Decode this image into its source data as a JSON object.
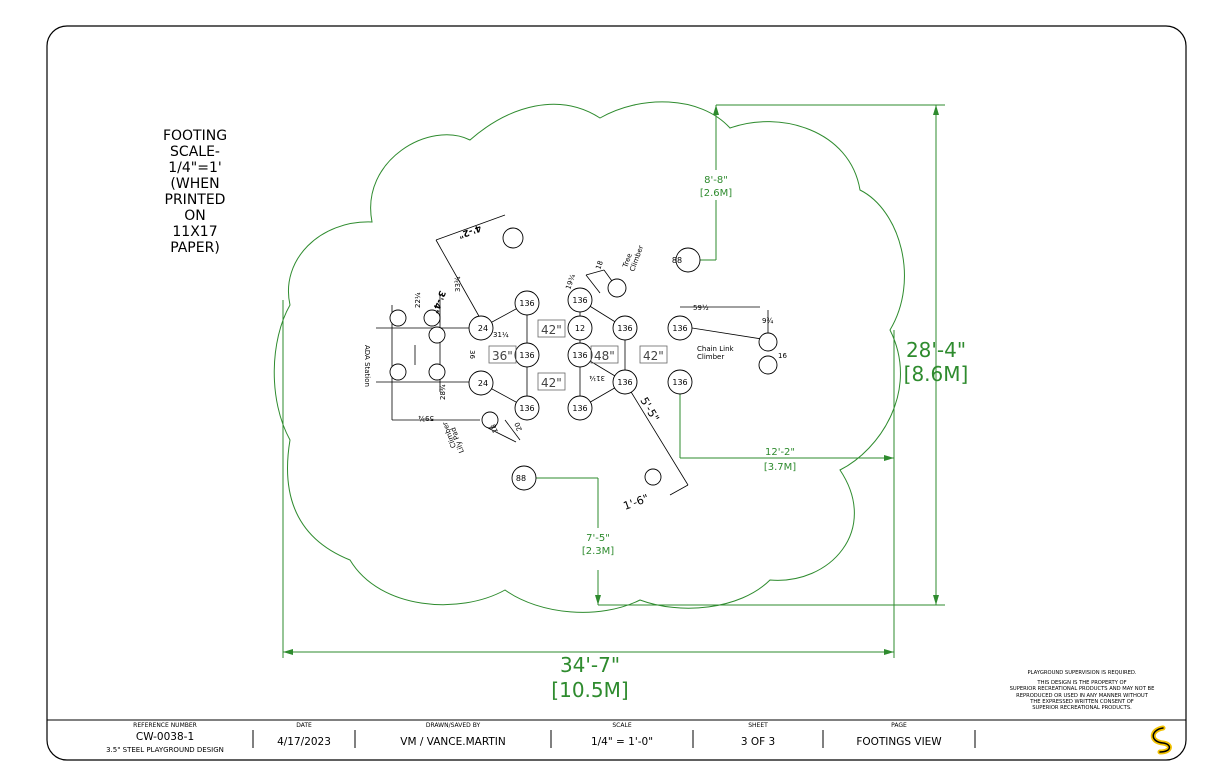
{
  "scale_note": [
    "FOOTING",
    "SCALE-",
    "1/4\"=1'",
    "(WHEN",
    "PRINTED",
    "ON",
    "11X17",
    "PAPER)"
  ],
  "dimensions": {
    "width_imperial": "34'-7\"",
    "width_metric": "[10.5M]",
    "height_imperial": "28'-4\"",
    "height_metric": "[8.6M]",
    "top_imperial": "8'-8\"",
    "top_metric": "[2.6M]",
    "right_imperial": "12'-2\"",
    "right_metric": "[3.7M]",
    "bottom_imperial": "7'-5\"",
    "bottom_metric": "[2.3M]",
    "diag_1": "5'-5\"",
    "diag_2": "1'-6\"",
    "diag_3": "4'-2\"",
    "diag_4": "3'-4\""
  },
  "labels": {
    "ada_station": "ADA Station",
    "lily_pad": "Lily Pad",
    "lily_pad_2": "Climber",
    "tree_climber": "Tree",
    "tree_climber_2": "Climber",
    "chain_link": "Chain Link",
    "chain_link_2": "Climber"
  },
  "footings": {
    "f136": "136",
    "f88": "88",
    "f12": "12",
    "f24": "24"
  },
  "deck_heights": {
    "h42a": "42\"",
    "h36": "36\"",
    "h48": "48\"",
    "h42b": "42\"",
    "h42c": "42\""
  },
  "small_dims": {
    "d59_1_2": "59½",
    "d9_3_4": "9¾",
    "d16": "16",
    "d31_1_4": "31¼",
    "d36": "36",
    "d22_1_4": "22¼",
    "d33_3_4": "33¾",
    "d28_3_4": "28¾",
    "d59_3_4": "59¾",
    "d19_3_4": "19¾",
    "d18": "18",
    "d31_1_4b": "31¼",
    "d20": "20",
    "d18b": "18"
  },
  "notes": [
    "PLAYGROUND SUPERVISION IS REQUIRED.",
    "THIS DESIGN IS THE PROPERTY OF",
    "SUPERIOR RECREATIONAL PRODUCTS AND MAY NOT BE",
    "REPRODUCED OR USED IN ANY MANNER WITHOUT",
    "THE EXPRESSED WRITTEN CONSENT OF",
    "SUPERIOR RECREATIONAL PRODUCTS."
  ],
  "title_block": {
    "reference_label": "REFERENCE NUMBER",
    "reference_value": "CW-0038-1",
    "reference_sub": "3.5\" STEEL PLAYGROUND DESIGN",
    "date_label": "DATE",
    "date_value": "4/17/2023",
    "drawn_label": "DRAWN/SAVED BY",
    "drawn_value": "VM / VANCE.MARTIN",
    "scale_label": "SCALE",
    "scale_value": "1/4\" = 1'-0\"",
    "sheet_label": "SHEET",
    "sheet_value": "3 OF 3",
    "page_label": "PAGE",
    "page_value": "FOOTINGS VIEW"
  },
  "colors": {
    "green": "#2e8b2e",
    "border": "#000000",
    "logo_yellow": "#f2c200"
  }
}
